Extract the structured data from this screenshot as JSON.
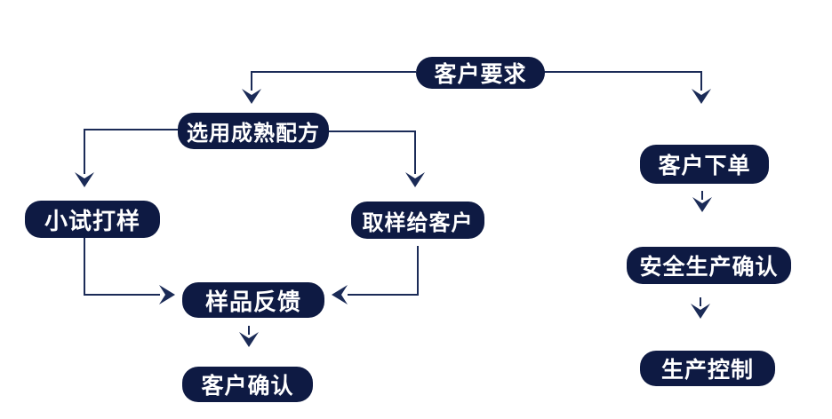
{
  "diagram": {
    "type": "flowchart",
    "language": "zh-CN",
    "title": ""
  },
  "colors": {
    "page_bg": "#ffffff",
    "node_bg": "#0e1a43",
    "node_text": "#ffffff",
    "line": "#1b2b57"
  },
  "nodes": [
    {
      "id": "customer-requirements",
      "label": "客户要求"
    },
    {
      "id": "select-mature-formula",
      "label": "选用成熟配方"
    },
    {
      "id": "small-trial-sample",
      "label": "小试打样"
    },
    {
      "id": "sample-to-customer",
      "label": "取样给客户"
    },
    {
      "id": "sample-feedback",
      "label": "样品反馈"
    },
    {
      "id": "customer-confirmation",
      "label": "客户确认"
    },
    {
      "id": "customer-order",
      "label": "客户下单"
    },
    {
      "id": "safe-production-confirmation",
      "label": "安全生产确认"
    },
    {
      "id": "production-control",
      "label": "生产控制"
    }
  ],
  "edges": [
    {
      "from": "客户要求",
      "to": "选用成熟配方"
    },
    {
      "from": "客户要求",
      "to": "客户下单"
    },
    {
      "from": "选用成熟配方",
      "to": "小试打样"
    },
    {
      "from": "选用成熟配方",
      "to": "取样给客户"
    },
    {
      "from": "小试打样",
      "to": "样品反馈"
    },
    {
      "from": "取样给客户",
      "to": "样品反馈"
    },
    {
      "from": "样品反馈",
      "to": "客户确认"
    },
    {
      "from": "客户下单",
      "to": "安全生产确认"
    },
    {
      "from": "安全生产确认",
      "to": "生产控制"
    }
  ]
}
